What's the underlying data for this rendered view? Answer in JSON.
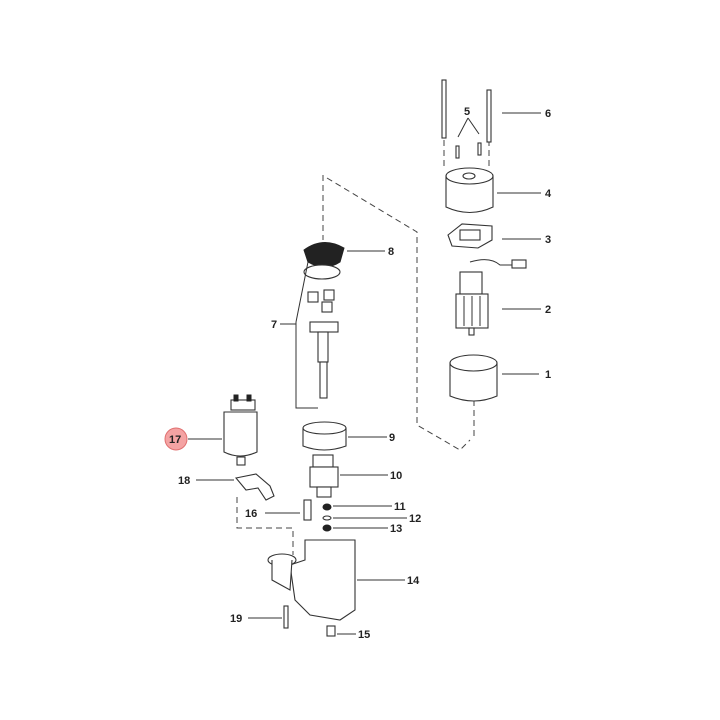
{
  "diagram": {
    "type": "exploded parts diagram",
    "highlight_color": "#f08080",
    "highlighted_callout": "17",
    "callouts": {
      "c1": "1",
      "c2": "2",
      "c3": "3",
      "c4": "4",
      "c5": "5",
      "c6": "6",
      "c7": "7",
      "c8": "8",
      "c9": "9",
      "c10": "10",
      "c11": "11",
      "c12": "12",
      "c13": "13",
      "c14": "14",
      "c15": "15",
      "c16": "16",
      "c17": "17",
      "c18": "18",
      "c19": "19"
    }
  }
}
